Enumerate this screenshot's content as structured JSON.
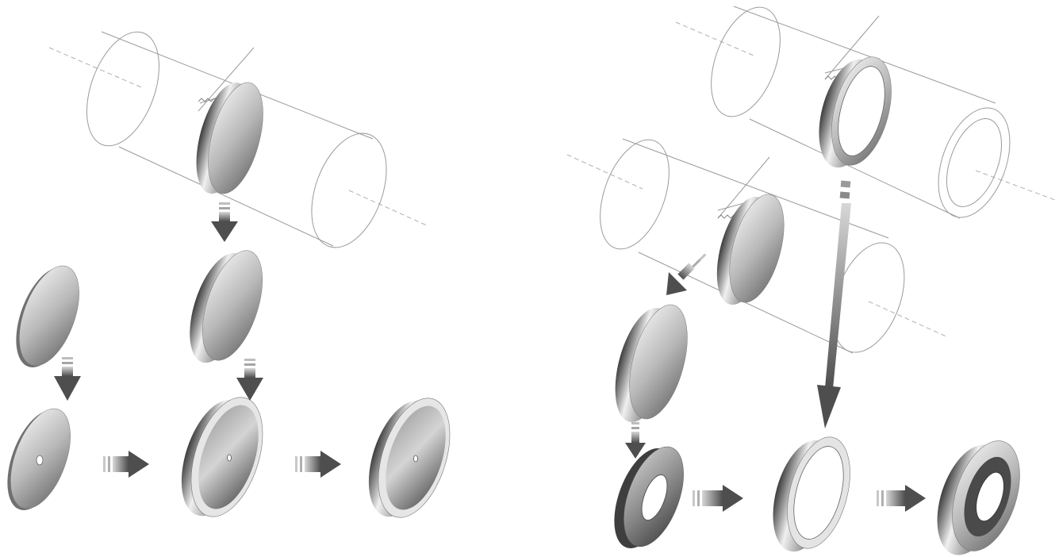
{
  "colors": {
    "background": "#ffffff",
    "outline": "#9a9a9a",
    "centerline": "#b0b0b0",
    "metal_light": "#f2f2f2",
    "metal_mid": "#b8b8b8",
    "metal_dark": "#5a5a5a",
    "arrow_light": "#c8c8c8",
    "arrow_dark": "#555555"
  },
  "left_process": {
    "stock": "solid-cylinder",
    "cut_piece": "disc-blank",
    "parallel_blank": "thin-disc",
    "intermediate_left": "thin-disc-with-center-hole",
    "intermediate_middle": "recessed-disc-with-center-hole",
    "final_part": "recessed-disc-with-center-hole"
  },
  "right_process": {
    "stock_top": "tube",
    "stock_bottom": "solid-cylinder",
    "cut_ring": "ring",
    "cut_disc": "disc-blank",
    "intermediate_left": "flat-washer",
    "intermediate_middle": "ring",
    "final_part": "stepped-ring"
  },
  "icons": {
    "down_arrow": "striped-down-arrow-icon",
    "right_arrow": "striped-right-arrow-icon",
    "diagonal_arrow": "striped-diagonal-arrow-icon",
    "saw_blade": "saw-blade-icon"
  }
}
